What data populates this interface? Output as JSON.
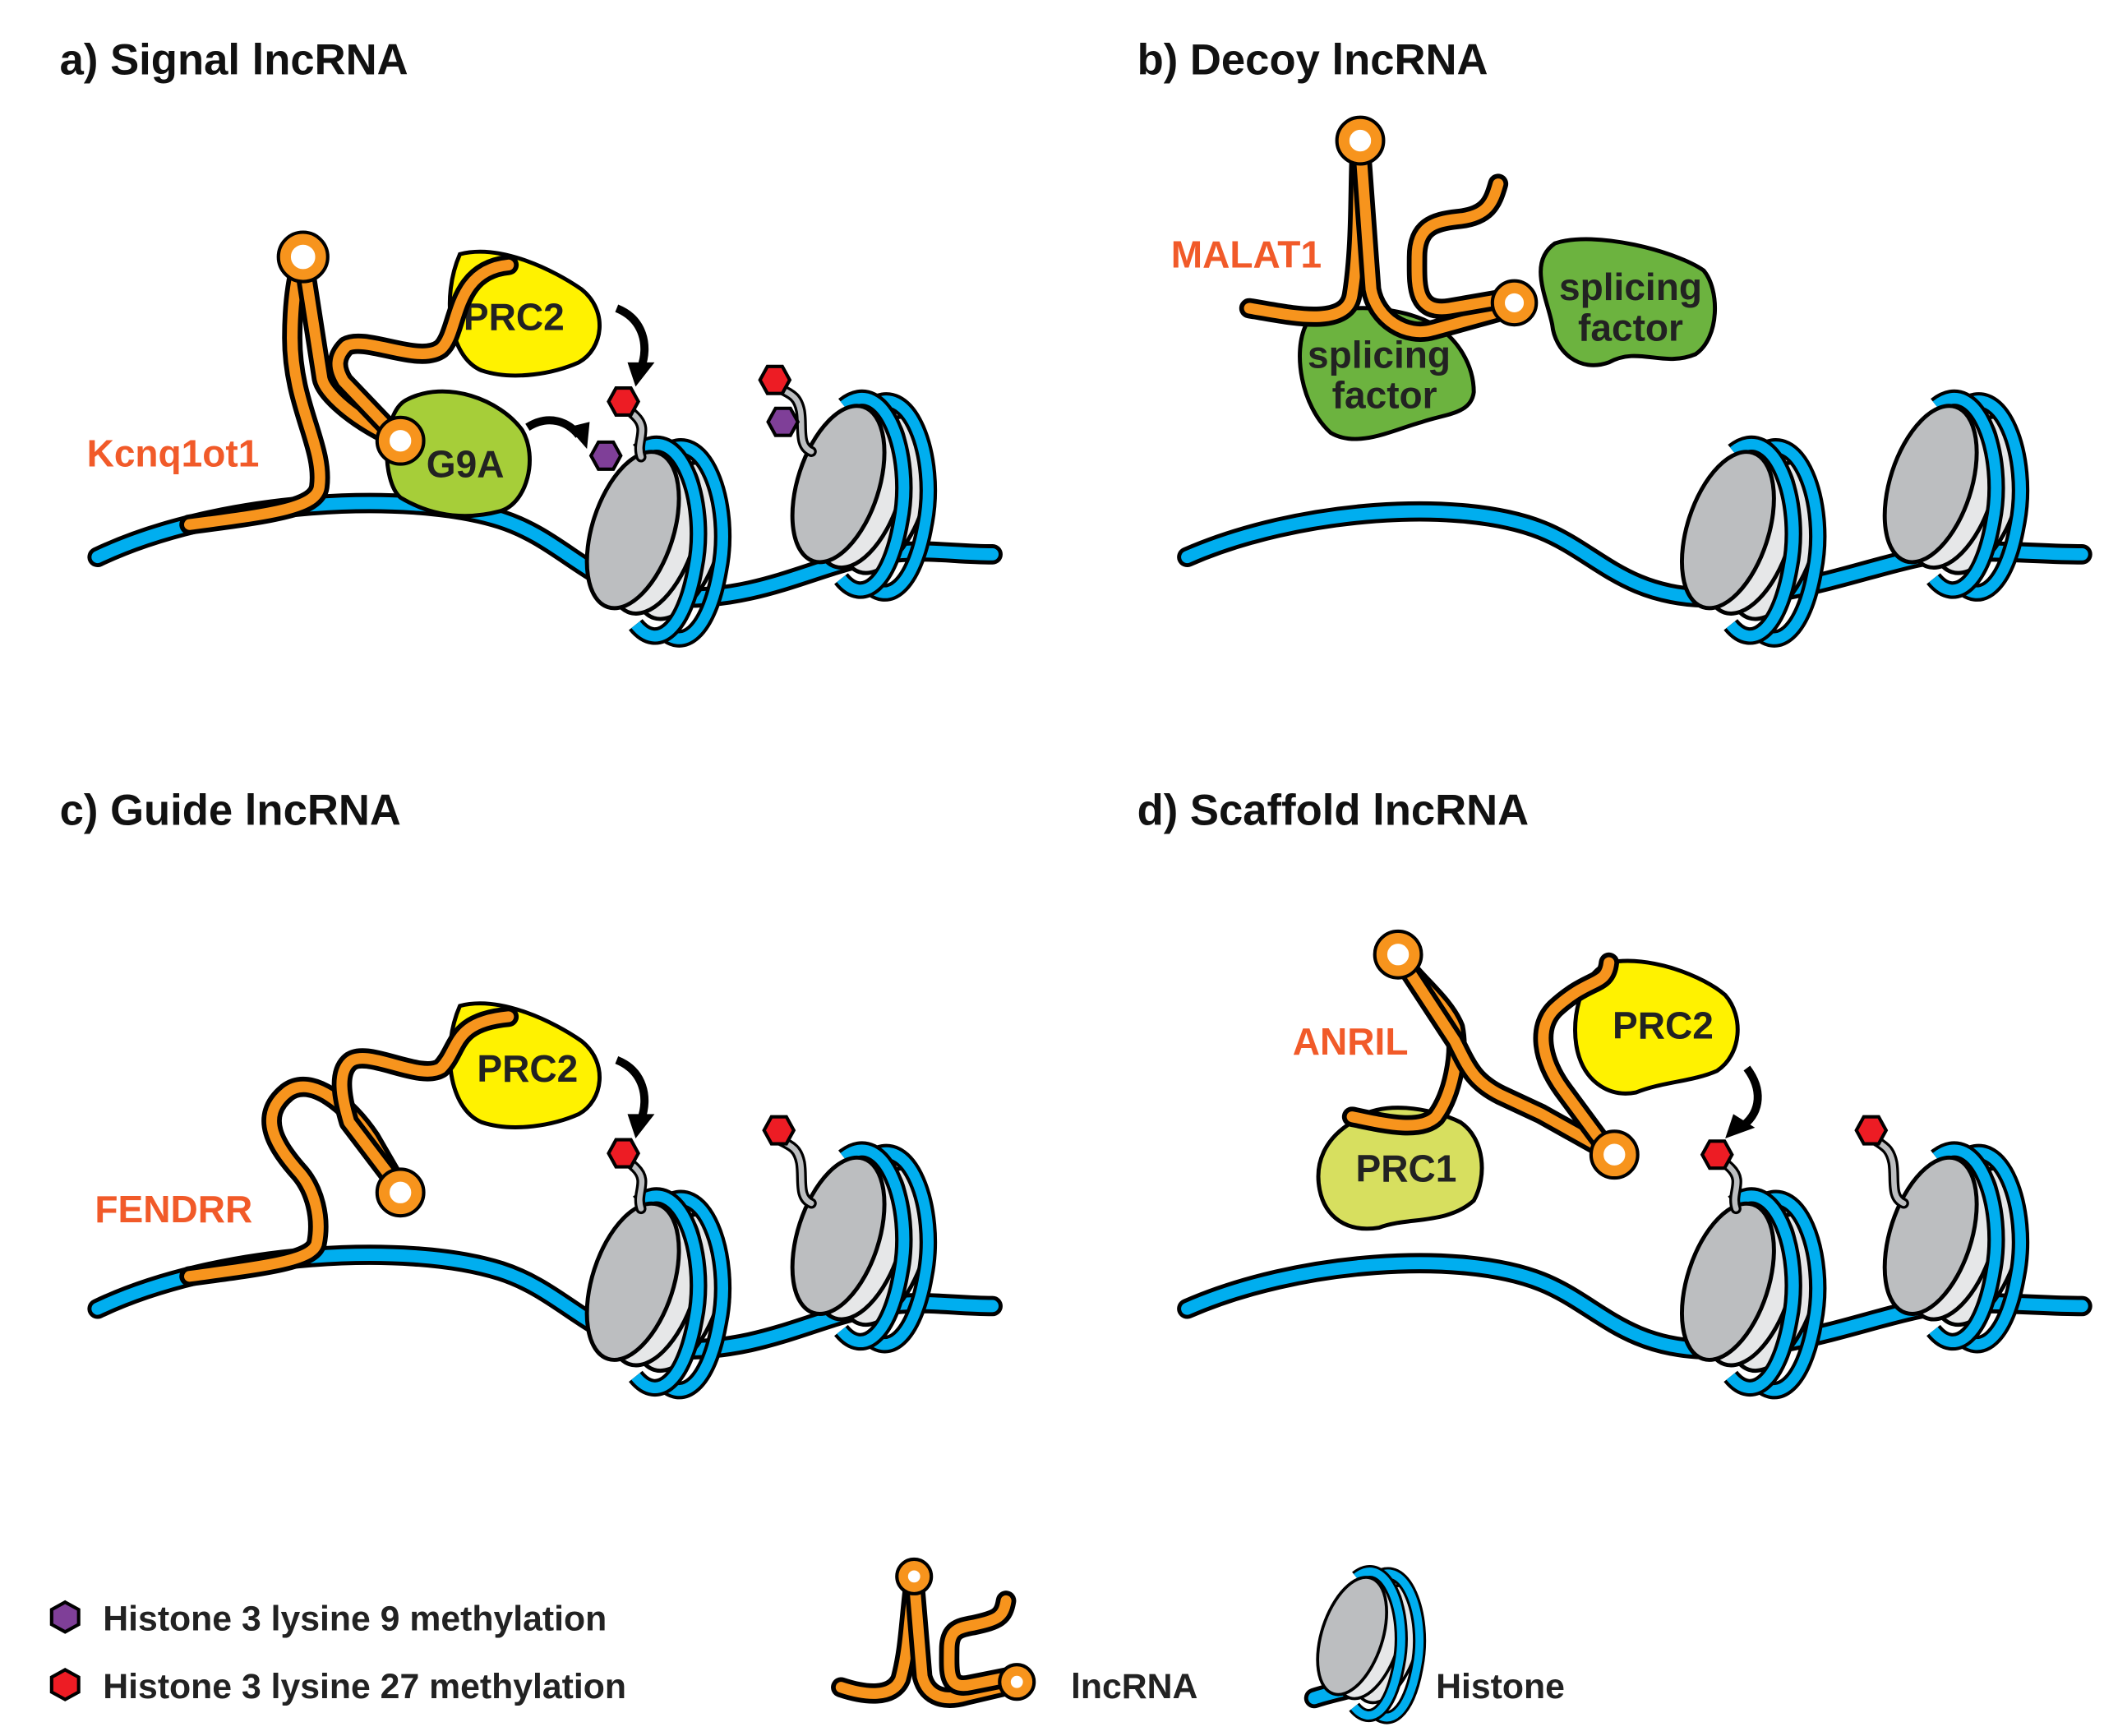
{
  "colors": {
    "dna": "#00aeef",
    "rna": "#f7941d",
    "histone_face": "#bcbec0",
    "histone_side": "#e6e7e8",
    "prc2": "#fff200",
    "g9a": "#a6ce39",
    "splicing_factor": "#6cb33f",
    "prc1": "#d7df5f",
    "h3k9": "#7f3f98",
    "h3k27": "#ed1c24",
    "gene_label": "#f15a29"
  },
  "panels": [
    {
      "id": "a",
      "title": "a) Signal lncRNA",
      "lncrna": "Kcnq1ot1",
      "proteins": [
        "PRC2",
        "G9A"
      ]
    },
    {
      "id": "b",
      "title": "b) Decoy lncRNA",
      "lncrna": "MALAT1",
      "proteins": [
        "splicing",
        "factor",
        "splicing",
        "factor"
      ]
    },
    {
      "id": "c",
      "title": "c) Guide lncRNA",
      "lncrna": "FENDRR",
      "proteins": [
        "PRC2"
      ]
    },
    {
      "id": "d",
      "title": "d) Scaffold lncRNA",
      "lncrna": "ANRIL",
      "proteins": [
        "PRC2",
        "PRC1"
      ]
    }
  ],
  "legend": {
    "h3k9": "Histone 3 lysine 9 methylation",
    "h3k27": "Histone 3 lysine 27 methylation",
    "lncrna": "lncRNA",
    "histone": "Histone"
  }
}
